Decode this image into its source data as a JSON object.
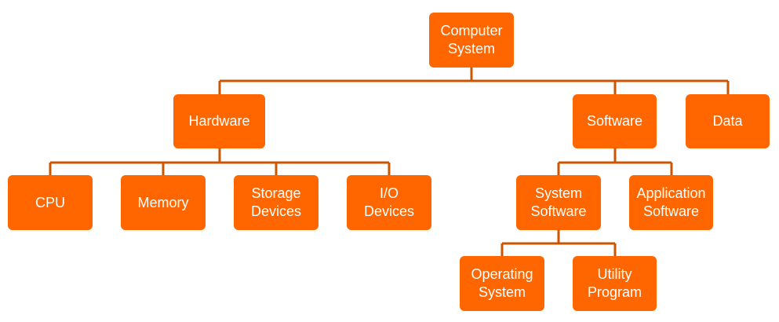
{
  "colors": {
    "node_fill": "#FF6600",
    "connector": "#CC5500",
    "text": "#FFFFFF"
  },
  "nodes": {
    "computer_system": "Computer\nSystem",
    "hardware": "Hardware",
    "software": "Software",
    "data": "Data",
    "cpu": "CPU",
    "memory": "Memory",
    "storage_devices": "Storage\nDevices",
    "io_devices": "I/O\nDevices",
    "system_software": "System\nSoftware",
    "application_software": "Application\nSoftware",
    "operating_system": "Operating\nSystem",
    "utility_program": "Utility\nProgram"
  },
  "edges": [
    [
      "computer_system",
      "hardware"
    ],
    [
      "computer_system",
      "software"
    ],
    [
      "computer_system",
      "data"
    ],
    [
      "hardware",
      "cpu"
    ],
    [
      "hardware",
      "memory"
    ],
    [
      "hardware",
      "storage_devices"
    ],
    [
      "hardware",
      "io_devices"
    ],
    [
      "software",
      "system_software"
    ],
    [
      "software",
      "application_software"
    ],
    [
      "system_software",
      "operating_system"
    ],
    [
      "system_software",
      "utility_program"
    ]
  ]
}
